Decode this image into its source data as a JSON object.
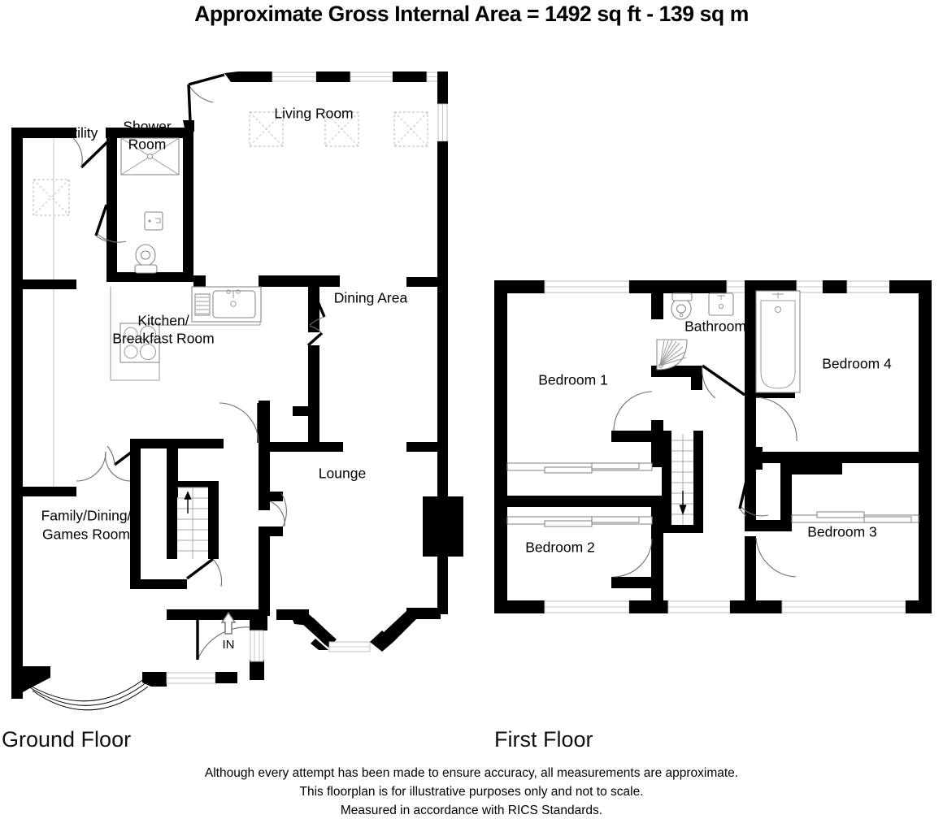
{
  "title": "Approximate Gross Internal Area = 1492 sq ft - 139 sq m",
  "area": {
    "sq_ft": "1492",
    "sq_m": "139"
  },
  "floors": [
    {
      "id": "ground",
      "label": "Ground Floor",
      "rooms": [
        {
          "name": "Utility",
          "lines": [
            "Utility"
          ]
        },
        {
          "name": "Shower Room",
          "lines": [
            "Shower",
            "Room"
          ]
        },
        {
          "name": "Living Room",
          "lines": [
            "Living Room"
          ]
        },
        {
          "name": "Kitchen/Breakfast Room",
          "lines": [
            "Kitchen/",
            "Breakfast Room"
          ]
        },
        {
          "name": "Dining Area",
          "lines": [
            "Dining Area"
          ]
        },
        {
          "name": "Lounge",
          "lines": [
            "Lounge"
          ]
        },
        {
          "name": "Family/Dining/Games Room",
          "lines": [
            "Family/Dining/",
            "Games Room"
          ]
        }
      ],
      "markers": [
        {
          "name": "entrance",
          "label": "IN"
        }
      ]
    },
    {
      "id": "first",
      "label": "First Floor",
      "rooms": [
        {
          "name": "Bedroom 1",
          "lines": [
            "Bedroom 1"
          ]
        },
        {
          "name": "Bedroom 2",
          "lines": [
            "Bedroom 2"
          ]
        },
        {
          "name": "Bedroom 3",
          "lines": [
            "Bedroom 3"
          ]
        },
        {
          "name": "Bedroom 4",
          "lines": [
            "Bedroom 4"
          ]
        },
        {
          "name": "Bathroom",
          "lines": [
            "Bathroom"
          ]
        }
      ],
      "markers": []
    }
  ],
  "labels": {
    "utility": "Utility",
    "shower_room_1": "Shower",
    "shower_room_2": "Room",
    "living_room": "Living Room",
    "kitchen_1": "Kitchen/",
    "kitchen_2": "Breakfast Room",
    "dining_area": "Dining Area",
    "lounge": "Lounge",
    "family_1": "Family/Dining/",
    "family_2": "Games Room",
    "in": "IN",
    "bedroom_1": "Bedroom 1",
    "bedroom_2": "Bedroom 2",
    "bedroom_3": "Bedroom 3",
    "bedroom_4": "Bedroom 4",
    "bathroom": "Bathroom",
    "ground_floor": "Ground Floor",
    "first_floor": "First Floor"
  },
  "disclaimer": [
    "Although every attempt has been made to ensure accuracy, all measurements are approximate.",
    "This floorplan is for illustrative purposes only and not to scale.",
    "Measured in accordance with RICS Standards."
  ],
  "colors": {
    "wall": "#000000",
    "background": "#ffffff",
    "fixture_stroke": "#8a8a8a",
    "text": "#000000"
  }
}
